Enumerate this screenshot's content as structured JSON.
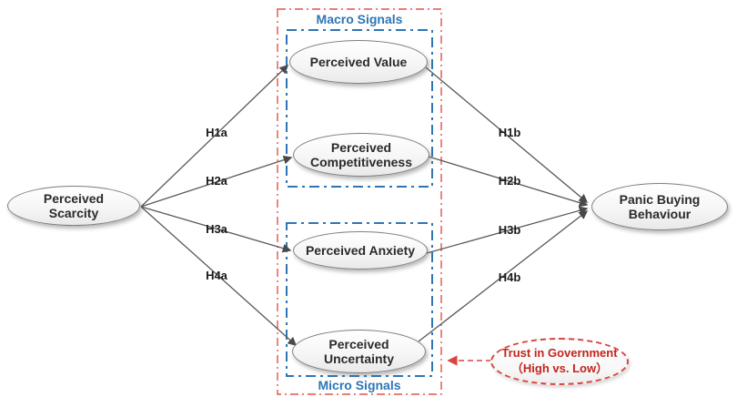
{
  "figure": {
    "title_hint": "Conceptual research model of panic buying behaviour",
    "nodes": {
      "scarcity": {
        "label": "Perceived Scarcity"
      },
      "value": {
        "label": "Perceived Value"
      },
      "competitiveness": {
        "label": "Perceived Competitiveness"
      },
      "anxiety": {
        "label": "Perceived Anxiety"
      },
      "uncertainty": {
        "label": "Perceived Uncertainty"
      },
      "panic": {
        "label": "Panic Buying Behaviour"
      },
      "trust": {
        "line1": "Trust in Government",
        "line2": "（High vs. Low）"
      }
    },
    "group_labels": {
      "macro": "Macro Signals",
      "micro": "Micro Signals"
    },
    "path_labels": {
      "h1a": "H1a",
      "h2a": "H2a",
      "h3a": "H3a",
      "h4a": "H4a",
      "h1b": "H1b",
      "h2b": "H2b",
      "h3b": "H3b",
      "h4b": "H4b"
    },
    "colors": {
      "signal_box_blue": "#2e75b6",
      "moderator_red": "#d9453f",
      "moderator_text_red": "#c1251d",
      "arrow_gray": "#595959",
      "node_border_gray": "#7f7f7f",
      "node_text": "#2b2b2b"
    }
  }
}
